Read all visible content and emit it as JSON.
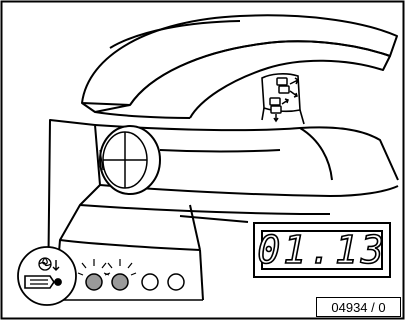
{
  "display": {
    "value": "01.13"
  },
  "figure_code": "04934 / 0",
  "control_panel": {
    "indicator_lamps": [
      {
        "state": "lit"
      },
      {
        "state": "lit"
      },
      {
        "state": "off"
      },
      {
        "state": "off"
      }
    ]
  },
  "icons": {
    "fan": "fan-cooling-icon",
    "air_nozzle": "air-nozzle-icon"
  },
  "colors": {
    "line": "#000000",
    "lamp_lit": "#9a9a9a",
    "lamp_off": "#ffffff",
    "background": "#ffffff"
  }
}
